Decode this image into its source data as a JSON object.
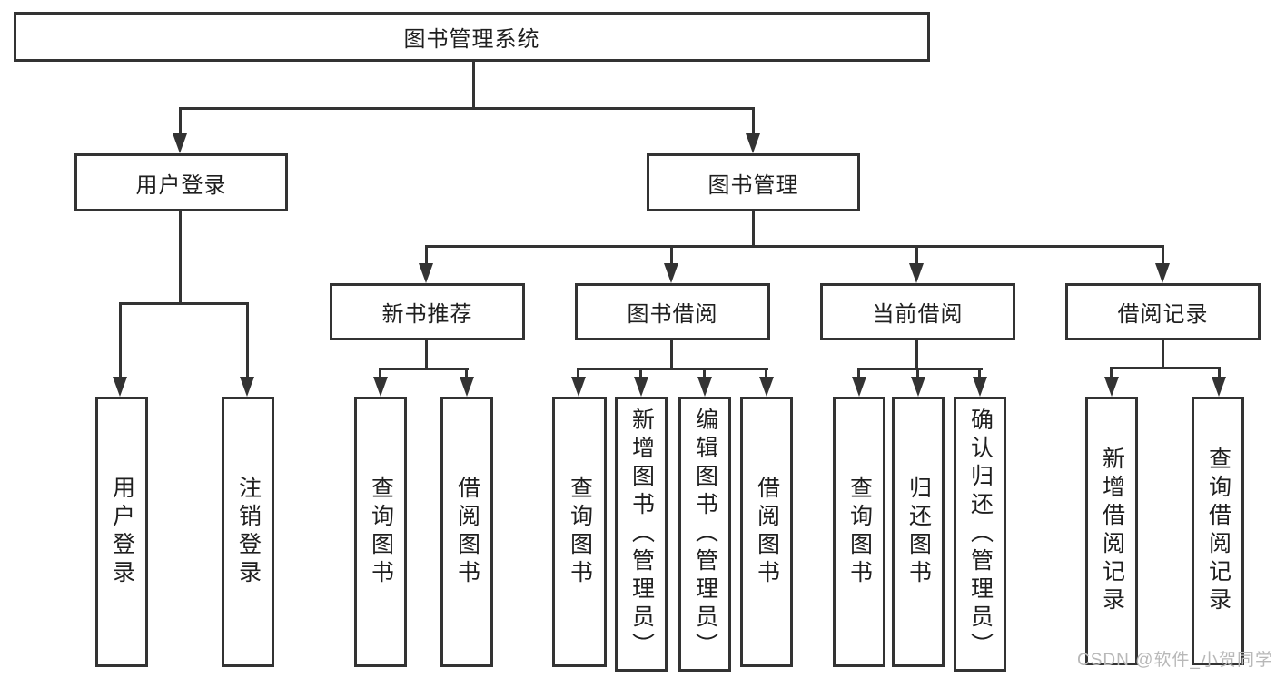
{
  "diagram_type": "hierarchy-tree",
  "tree": {
    "label": "图书管理系统",
    "children": [
      {
        "label": "用户登录",
        "children": [
          {
            "label": "用户登录"
          },
          {
            "label": "注销登录"
          }
        ]
      },
      {
        "label": "图书管理",
        "children": [
          {
            "label": "新书推荐",
            "children": [
              {
                "label": "查询图书"
              },
              {
                "label": "借阅图书"
              }
            ]
          },
          {
            "label": "图书借阅",
            "children": [
              {
                "label": "查询图书"
              },
              {
                "label": "新增图书（管理员）"
              },
              {
                "label": "编辑图书（管理员）"
              },
              {
                "label": "借阅图书"
              }
            ]
          },
          {
            "label": "当前借阅",
            "children": [
              {
                "label": "查询图书"
              },
              {
                "label": "归还图书"
              },
              {
                "label": "确认归还（管理员）"
              }
            ]
          },
          {
            "label": "借阅记录",
            "children": [
              {
                "label": "新增借阅记录"
              },
              {
                "label": "查询借阅记录"
              }
            ]
          }
        ]
      }
    ]
  },
  "watermark": "CSDN @软件_小贺同学",
  "colors": {
    "line": "#333333",
    "text": "#1f1f1f",
    "box_background": "#ffffff",
    "page_background": "#ffffff",
    "watermark": "#b8b8b8"
  }
}
